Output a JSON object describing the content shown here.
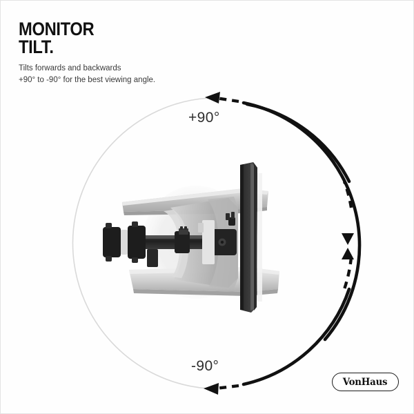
{
  "heading": {
    "line1": "MONITOR",
    "line2": "TILT."
  },
  "subtitle": {
    "line1": "Tilts forwards and backwards",
    "line2": "+90° to -90° for the best viewing angle."
  },
  "diagram": {
    "label_top": "+90°",
    "label_bottom": "-90°",
    "arc_light_color": "#d8d8d8",
    "arc_bold_color": "#111111",
    "monitor_dark_color": "#3b3b3b",
    "monitor_ghost_color": "#c9c9c9",
    "arm_color": "#2a2a2a",
    "halo_color": "#ececec",
    "rotation_range_degrees": 180,
    "tilt_max": "+90",
    "tilt_min": "-90"
  },
  "logo": {
    "text": "VonHaus"
  }
}
